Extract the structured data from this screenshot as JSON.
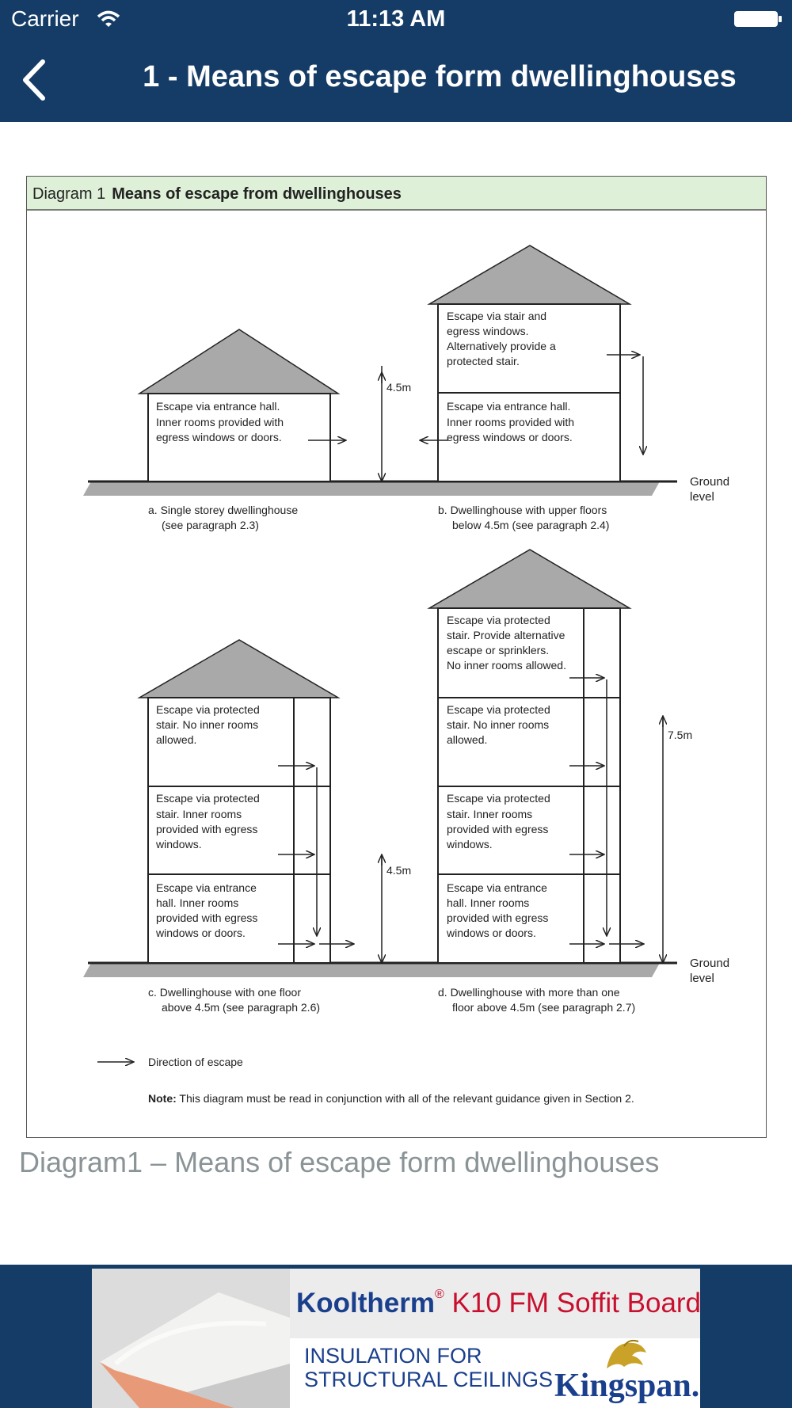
{
  "status_bar": {
    "carrier": "Carrier",
    "time": "11:13 AM"
  },
  "nav": {
    "title": "1 - Means of escape form dwellinghouses"
  },
  "diagram": {
    "number": "Diagram 1",
    "heading": "Means of escape from dwellinghouses",
    "a": {
      "floor1": [
        "Escape via entrance hall.",
        "Inner rooms provided with",
        "egress windows or doors."
      ],
      "caption": [
        "a. Single storey dwellinghouse",
        "(see paragraph 2.3)"
      ]
    },
    "b": {
      "floor2": [
        "Escape via stair and",
        "egress windows.",
        "Alternatively provide a",
        "protected stair."
      ],
      "floor1": [
        "Escape via entrance hall.",
        "Inner rooms provided with",
        "egress windows or doors."
      ],
      "caption": [
        "b. Dwellinghouse with upper floors",
        "below 4.5m (see paragraph 2.4)"
      ]
    },
    "c": {
      "floor3": [
        "Escape via protected",
        "stair. No inner rooms",
        "allowed."
      ],
      "floor2": [
        "Escape via protected",
        "stair. Inner rooms",
        "provided with egress",
        "windows."
      ],
      "floor1": [
        "Escape via entrance",
        "hall. Inner rooms",
        "provided with egress",
        "windows or doors."
      ],
      "caption": [
        "c. Dwellinghouse with one floor",
        "above 4.5m (see paragraph 2.6)"
      ]
    },
    "d": {
      "floor4": [
        "Escape via protected",
        "stair. Provide alternative",
        "escape or sprinklers.",
        "No inner rooms allowed."
      ],
      "floor3": [
        "Escape via protected",
        "stair. No inner rooms",
        "allowed."
      ],
      "floor2": [
        "Escape via protected",
        "stair. Inner rooms",
        "provided with egress",
        "windows."
      ],
      "floor1": [
        "Escape via entrance",
        "hall. Inner rooms",
        "provided with egress",
        "windows or doors."
      ],
      "caption": [
        "d. Dwellinghouse with more than one",
        "floor above 4.5m (see paragraph 2.7)"
      ]
    },
    "dimension_4_5": "4.5m",
    "dimension_7_5": "7.5m",
    "ground_level": [
      "Ground",
      "level"
    ],
    "legend": "Direction of escape",
    "note_label": "Note:",
    "note_text": " This diagram must be read in conjunction with all of the relevant guidance given in Section 2."
  },
  "caption": "Diagram1 – Means of escape form dwellinghouses",
  "ad": {
    "product_brand": "Kooltherm",
    "reg": "®",
    "product_name": " K10 FM Soffit Board",
    "tagline": [
      "INSULATION FOR",
      "STRUCTURAL CEILINGS"
    ],
    "logo": "Kingspan."
  }
}
